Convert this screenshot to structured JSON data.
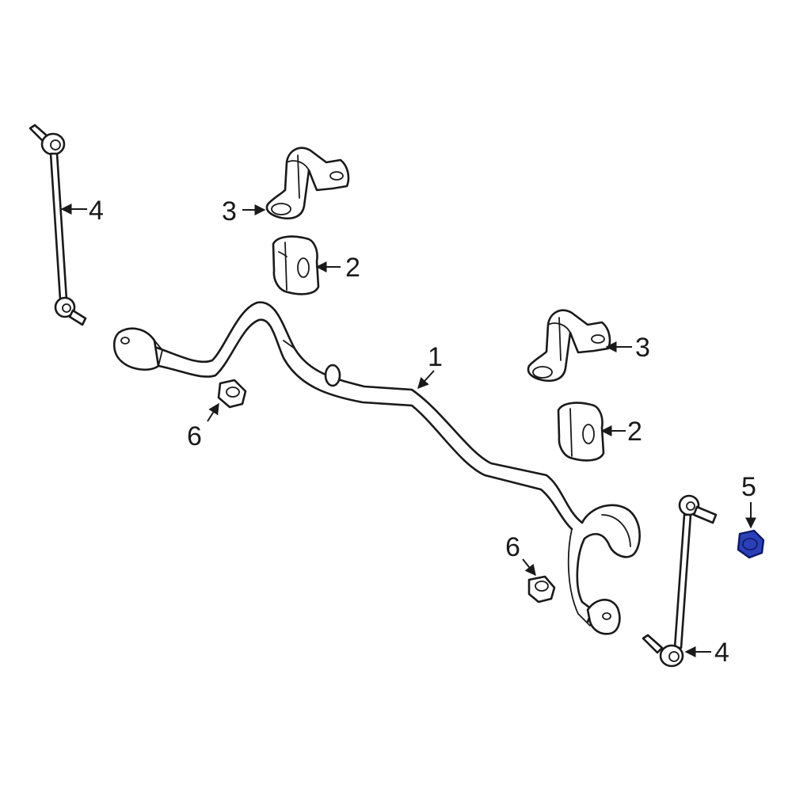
{
  "colors": {
    "line": "#1a1a1a",
    "background": "#ffffff",
    "highlight_fill": "#2b3fb8",
    "highlight_stroke": "#0d1a66"
  },
  "highlighted_part": "5",
  "callouts": {
    "bar": "1",
    "bushing_left": "2",
    "bushing_right": "2",
    "bracket_left": "3",
    "bracket_right": "3",
    "link_left": "4",
    "link_right": "4",
    "nut_link": "5",
    "nut_left": "6",
    "nut_right": "6"
  }
}
